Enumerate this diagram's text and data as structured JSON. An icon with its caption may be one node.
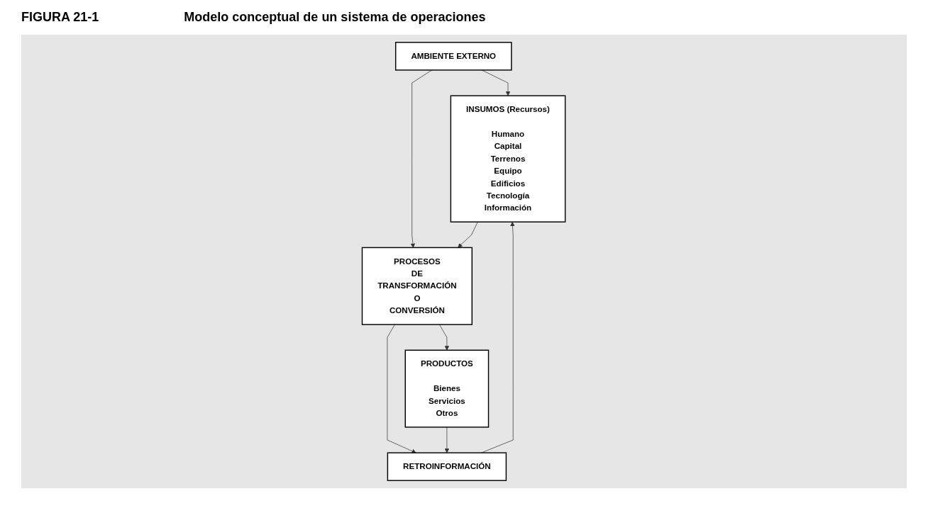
{
  "diagram": {
    "title": "Modelo conceptual de un sistema de operaciones",
    "nodes": [
      {
        "text": [
          "AMBIENTE EXTERNO"
        ]
      },
      {
        "text": [
          "INSUMOS (Recursos)",
          "Humano Capital Terrenos Equipo Edificios Tecnología Información"
        ]
      },
      {
        "text": [
          "PROCESOS DE TRANSFORMACIÓN O CONVERSIÓN"
        ]
      },
      {
        "text": [
          "PRODUCTOS",
          "Bienes Servicios Otros"
        ]
      },
      {
        "text": [
          "RETROINFORMACIÓN"
        ]
      }
    ],
    "edges": [
      {
        "from": 0,
        "to": 1,
        "arrow": "to"
      },
      {
        "from": 0,
        "to": 2,
        "arrow": "to"
      },
      {
        "from": 1,
        "to": 2,
        "arrow": "to"
      },
      {
        "from": 2,
        "to": 3,
        "arrow": "to"
      },
      {
        "from": 2,
        "to": 4,
        "arrow": "to"
      },
      {
        "from": 3,
        "to": 4,
        "arrow": "to"
      },
      {
        "from": 4,
        "to": 1,
        "arrow": "to"
      }
    ],
    "labels": [
      "FIGURA 21-1"
    ]
  }
}
